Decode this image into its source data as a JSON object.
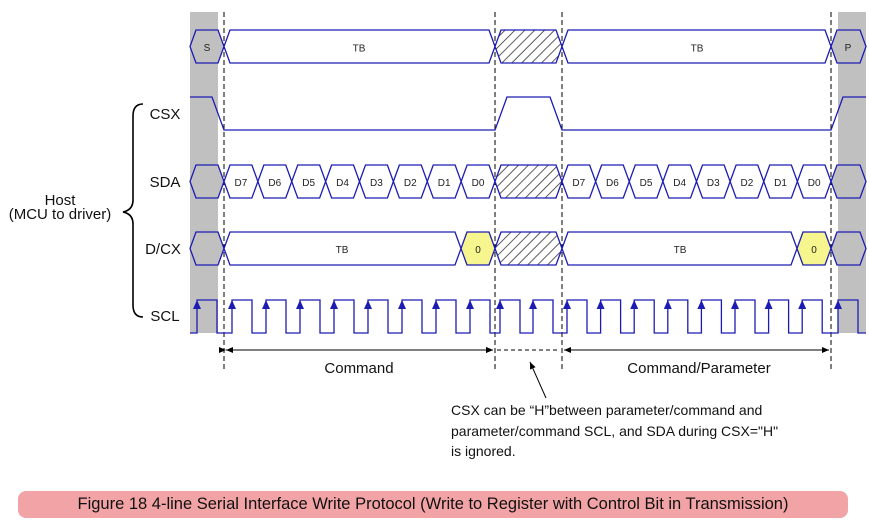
{
  "signals": {
    "host_label": "Host",
    "host_sub": "(MCU to driver)",
    "csx": "CSX",
    "sda": "SDA",
    "dcx": "D/CX",
    "scl": "SCL"
  },
  "top_row": {
    "start": "S",
    "tb1": "TB",
    "tb2": "TB",
    "stop": "P"
  },
  "sda_bits_1": [
    "D7",
    "D6",
    "D5",
    "D4",
    "D3",
    "D2",
    "D1",
    "D0"
  ],
  "sda_bits_2": [
    "D7",
    "D6",
    "D5",
    "D4",
    "D3",
    "D2",
    "D1",
    "D0"
  ],
  "dcx_row": {
    "tb1": "TB",
    "bit1": "0",
    "tb2": "TB",
    "bit2": "0"
  },
  "spans": {
    "command": "Command",
    "command_parameter": "Command/Parameter"
  },
  "note": {
    "line1": "CSX can be “H”between parameter/command and",
    "line2": "parameter/command SCL, and SDA during CSX=\"H\"",
    "line3": "is ignored."
  },
  "caption": "Figure 18 4-line Serial Interface Write Protocol (Write to Register with Control Bit in Transmission)",
  "colors": {
    "wave": "#1c1cb4",
    "gray": "#c0c0c0",
    "control_bit": "#f7f58e",
    "caption_bg": "#f2a3a5"
  }
}
